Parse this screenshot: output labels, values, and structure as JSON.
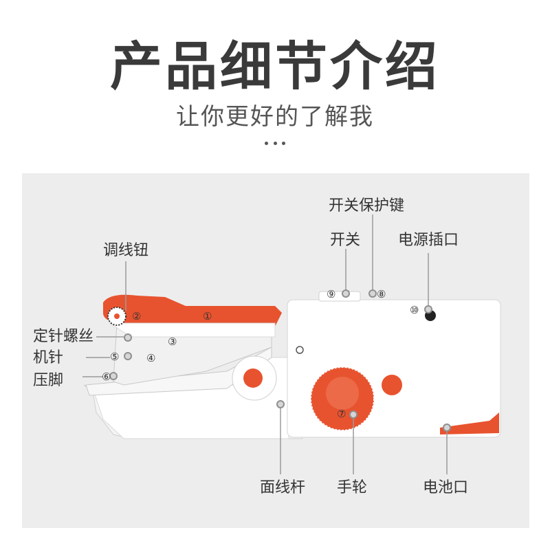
{
  "header": {
    "title": "产品细节介绍",
    "subtitle": "让你更好的了解我"
  },
  "labels": {
    "switch_lock_key": "开关保护键",
    "switch": "开关",
    "power_socket": "电源插口",
    "thread_knob": "调线钮",
    "needle_screw": "定针螺丝",
    "needle": "机针",
    "presser_foot": "压脚",
    "face_thread_rod": "面线杆",
    "hand_wheel": "手轮",
    "battery_port": "电池口"
  },
  "markers": [
    "①",
    "②",
    "③",
    "④",
    "⑤",
    "⑥",
    "⑦",
    "⑧",
    "⑨",
    "⑩"
  ],
  "colors": {
    "accent": "#e8532f",
    "body": "#ffffff",
    "panel": "#ededed",
    "line": "#9a9a9a",
    "title": "#3a3a3a"
  }
}
